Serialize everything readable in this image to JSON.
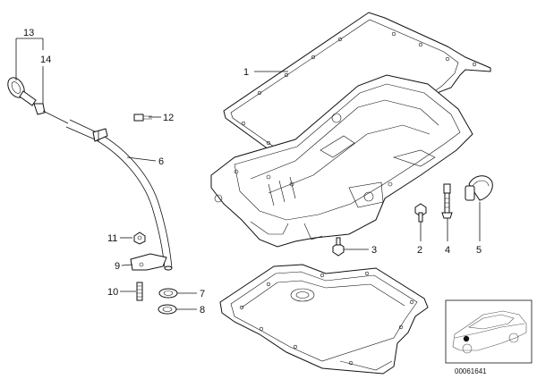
{
  "diagram": {
    "callouts": [
      "1",
      "2",
      "3",
      "4",
      "5",
      "6",
      "7",
      "8",
      "9",
      "10",
      "11",
      "12",
      "13",
      "14"
    ],
    "reference_number": "00061641"
  }
}
